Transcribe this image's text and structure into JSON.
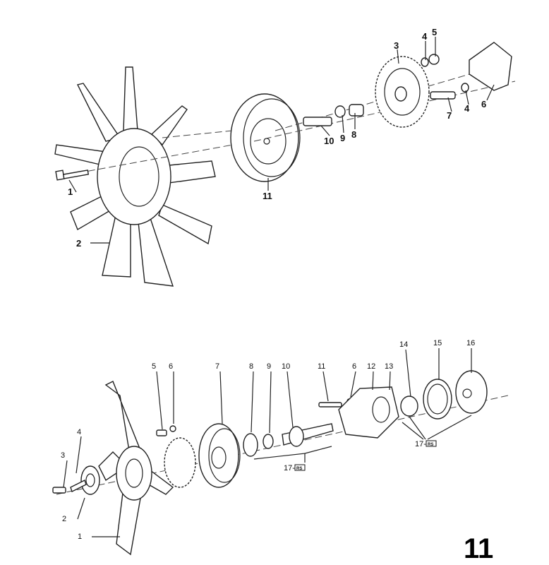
{
  "top_diagram": {
    "labels": {
      "l1": "1",
      "l2": "2",
      "l3": "3",
      "l4a": "4",
      "l5": "5",
      "l6": "6",
      "l7": "7",
      "l4b": "4",
      "l8": "8",
      "l9": "9",
      "l10": "10",
      "l11": "11"
    }
  },
  "bottom_diagram": {
    "labels": {
      "l1": "1",
      "l2": "2",
      "l3": "3",
      "l4": "4",
      "l5": "5",
      "l6a": "6",
      "l7": "7",
      "l8": "8",
      "l9": "9",
      "l10": "10",
      "l11": "11",
      "l6b": "6",
      "l12": "12",
      "l13": "13",
      "l14": "14",
      "l15": "15",
      "l16": "16",
      "l17a": "17-",
      "l17b": "17-"
    },
    "kit_badge": "RS"
  },
  "page_number": "11"
}
